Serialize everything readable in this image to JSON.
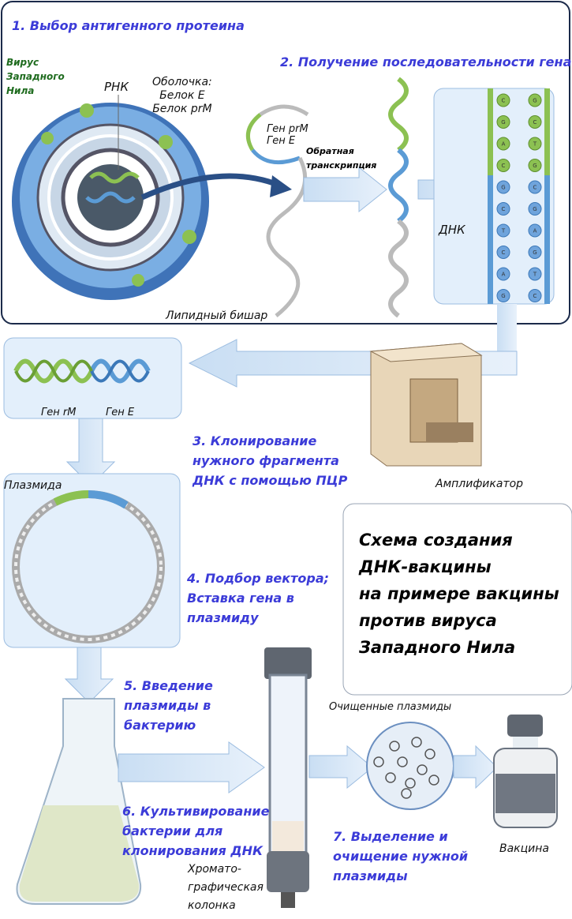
{
  "steps": {
    "s1": "1. Выбор антигенного протеина",
    "s2": "2. Получение последовательности гена",
    "s3": [
      "3. Клонирование",
      "нужного фрагмента",
      "ДНК с помощью ПЦР"
    ],
    "s4": [
      "4. Подбор вектора;",
      "Вставка гена в",
      "плазмиду"
    ],
    "s5": [
      "5. Введение",
      "плазмиды в",
      "бактерию"
    ],
    "s6": [
      "6. Культивирование",
      "бактерии для",
      "клонирования ДНК"
    ],
    "s7": [
      "7. Выделение и",
      "очищение нужной",
      "плазмиды"
    ]
  },
  "virus": {
    "name": [
      "Вирус",
      "Западного",
      "Нила"
    ],
    "rna": "РНК",
    "envelope": [
      "Оболочка:",
      "Белок E",
      "Белок prM"
    ],
    "lipid": "Липидный бишар"
  },
  "gene": {
    "labels": [
      "Ген prM",
      "Ген E"
    ],
    "reverse_transcription": [
      "Обратная",
      "транскрипция"
    ],
    "dna": "ДНК",
    "bases_left": [
      "C",
      "G",
      "A",
      "C",
      "G",
      "C",
      "T",
      "C",
      "A",
      "G"
    ],
    "bases_right": [
      "G",
      "C",
      "T",
      "G",
      "C",
      "G",
      "A",
      "G",
      "T",
      "C"
    ]
  },
  "pcr": {
    "gene_rm": "Ген rM",
    "gene_e": "Ген E",
    "amplifier": "Амплификатор"
  },
  "plasmid": {
    "label": "Плазмида"
  },
  "title": [
    "Схема создания",
    "ДНК-вакцины",
    "на примере вакцины",
    "против вируса",
    "Западного Нила"
  ],
  "purification": {
    "column": [
      "Хромато-",
      "графическая",
      "колонка"
    ],
    "purified": "Очищенные плазмиды",
    "vaccine": "Вакцина"
  },
  "colors": {
    "step_text": "#3b3bd8",
    "virus_label": "#1e6b1e",
    "gene_green": "#8cc152",
    "gene_blue": "#5b9bd5",
    "panel": "#e3effb"
  }
}
